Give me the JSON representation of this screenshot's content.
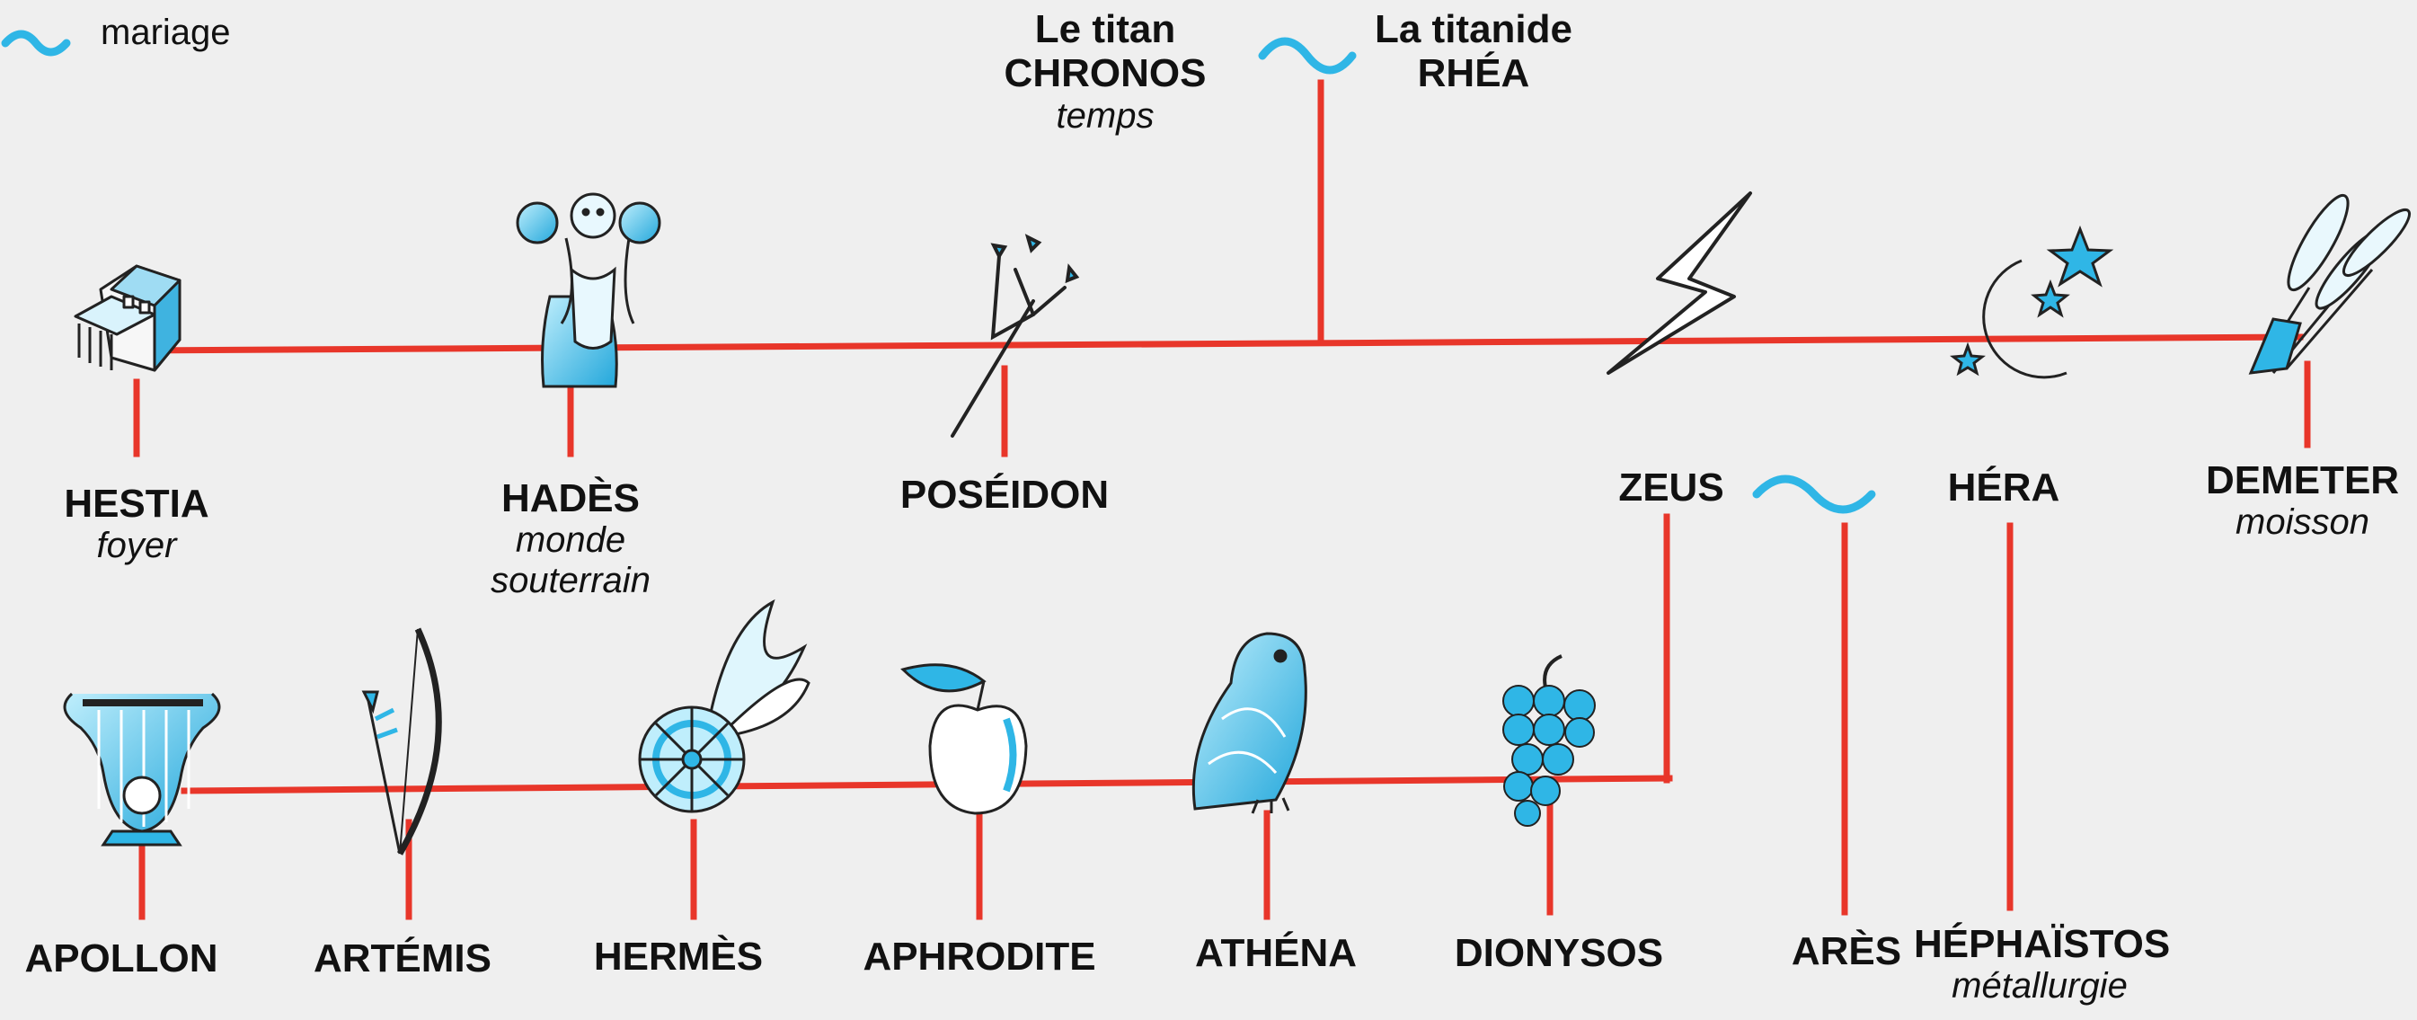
{
  "legend": {
    "marriage_label": "mariage",
    "marriage_icon": "wave-icon"
  },
  "colors": {
    "line": "#e8362a",
    "accent": "#2fb6e6",
    "text": "#111111",
    "background": "#efefef"
  },
  "parents": {
    "father": {
      "line1": "Le titan",
      "name": "CHRONOS",
      "domain": "temps"
    },
    "mother": {
      "line1": "La titanide",
      "name": "RHÉA"
    }
  },
  "generation1": [
    {
      "name": "HESTIA",
      "domain": "foyer",
      "icon": "house-icon"
    },
    {
      "name": "HADÈS",
      "domain": "monde\nsouterrain",
      "icon": "cerberus-icon"
    },
    {
      "name": "POSÉIDON",
      "domain": "",
      "icon": "trident-icon"
    },
    {
      "name": "ZEUS",
      "domain": "",
      "icon": "lightning-icon"
    },
    {
      "name": "HÉRA",
      "domain": "",
      "icon": "moon-stars-icon"
    },
    {
      "name": "DEMETER",
      "domain": "moisson",
      "icon": "wheat-icon"
    }
  ],
  "generation2": [
    {
      "name": "APOLLON",
      "icon": "lyre-icon"
    },
    {
      "name": "ARTÉMIS",
      "icon": "bow-icon"
    },
    {
      "name": "HERMÈS",
      "icon": "winged-wheel-icon"
    },
    {
      "name": "APHRODITE",
      "icon": "apple-icon"
    },
    {
      "name": "ATHÉNA",
      "icon": "owl-icon"
    },
    {
      "name": "DIONYSOS",
      "icon": "grapes-icon"
    },
    {
      "name": "ARÈS",
      "icon": ""
    },
    {
      "name": "HÉPHAÏSTOS",
      "domain": "métallurgie",
      "icon": ""
    }
  ]
}
